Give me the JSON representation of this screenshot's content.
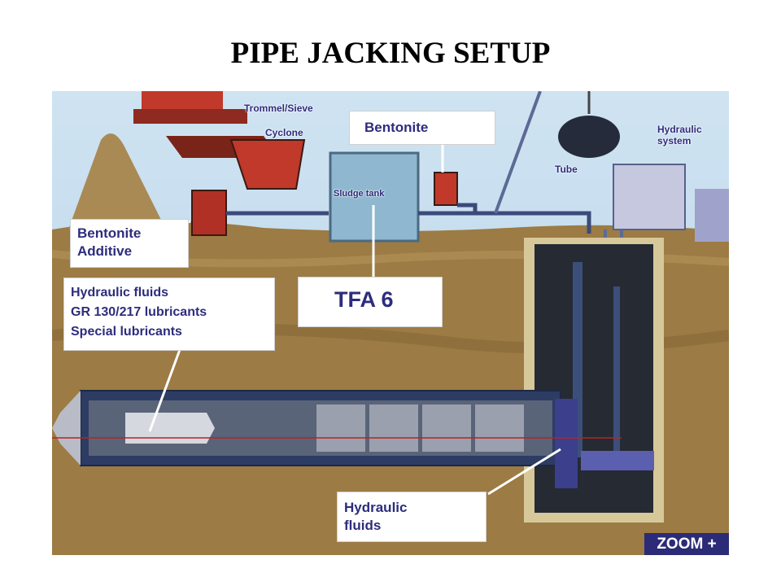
{
  "title": "PIPE JACKING SETUP",
  "labels": {
    "trommel": "Trommel/Sieve",
    "cyclone": "Cyclone",
    "bentonite_top": "Bentonite",
    "sludge_tank": "Sludge tank",
    "tube": "Tube",
    "hydraulic_system": [
      "Hydraulic",
      "system"
    ],
    "bentonite_additive": [
      "Bentonite",
      "Additive"
    ],
    "tfa": "TFA 6",
    "fluids_list": [
      "Hydraulic fluids",
      "GR 130/217 lubricants",
      "Special lubricants"
    ],
    "hydraulic_fluids": [
      "Hydraulic",
      "fluids"
    ],
    "zoom": "ZOOM +"
  },
  "colors": {
    "label_text": "#2e2c7c",
    "soil": "#9c7b44",
    "pipe": "#2d3c63",
    "zoom_bg": "#2b2b78"
  }
}
